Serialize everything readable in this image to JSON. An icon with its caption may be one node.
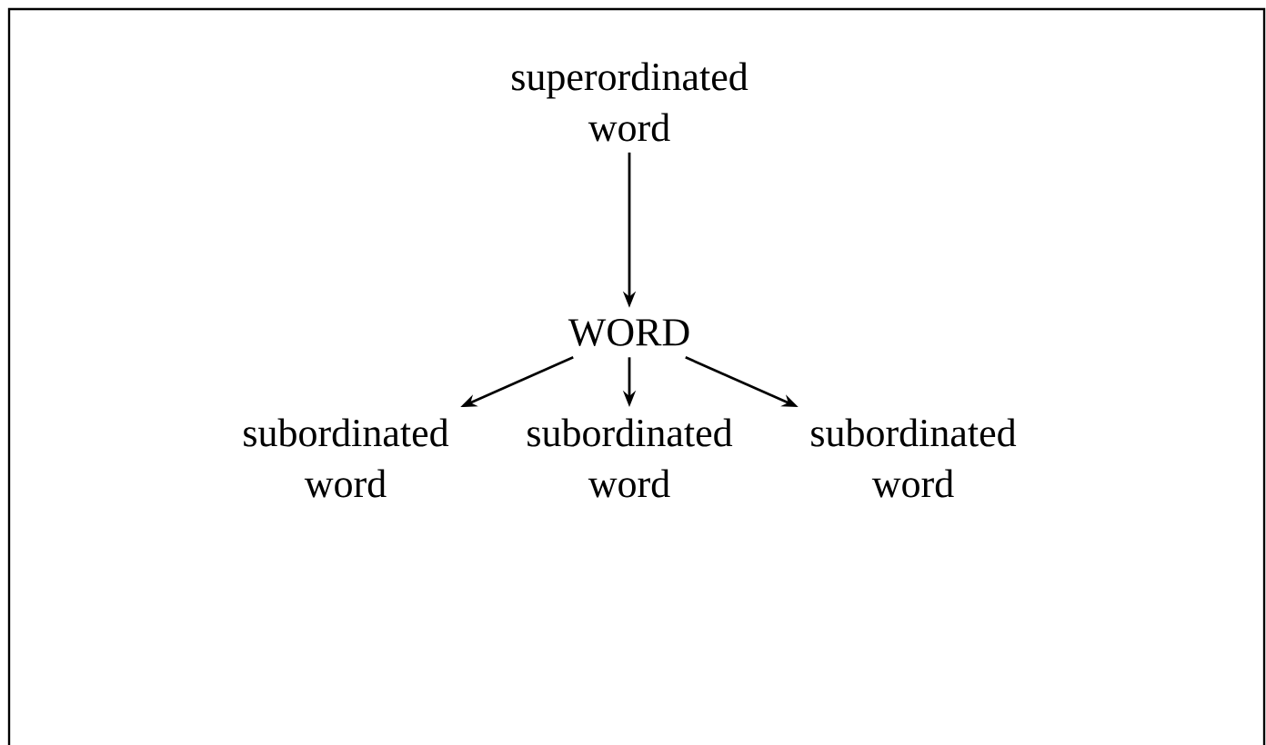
{
  "diagram": {
    "nodes": [
      {
        "text": [
          "superordinated word"
        ]
      },
      {
        "text": [
          "WORD"
        ]
      },
      {
        "text": [
          "subordinated word"
        ]
      },
      {
        "text": [
          "subordinated word"
        ]
      },
      {
        "text": [
          "subordinated word"
        ]
      }
    ],
    "edges": [
      {
        "from": 0,
        "to": 1,
        "arrow": "to"
      },
      {
        "from": 1,
        "to": 2,
        "arrow": "to"
      },
      {
        "from": 1,
        "to": 3,
        "arrow": "to"
      },
      {
        "from": 1,
        "to": 4,
        "arrow": "to"
      }
    ]
  }
}
